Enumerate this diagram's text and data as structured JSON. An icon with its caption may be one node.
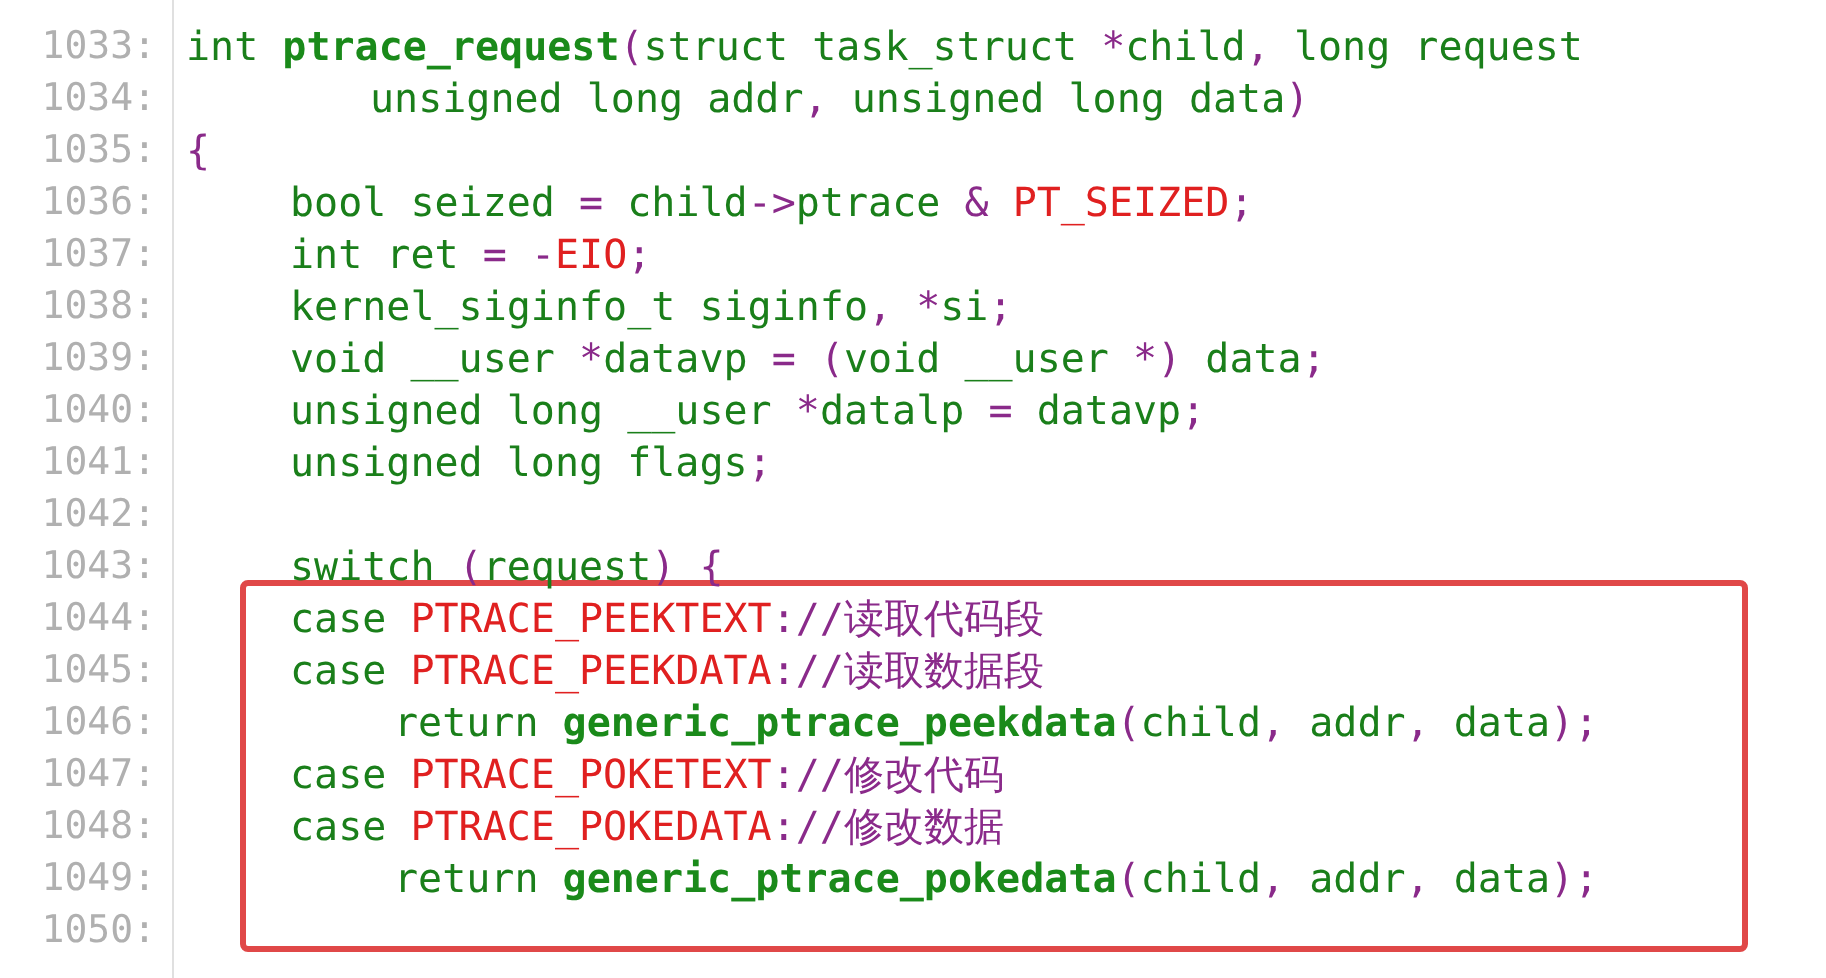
{
  "diagram": {
    "labels": [
      "1033:",
      "int ptrace_request(struct task_struct *child, long request",
      "1034:",
      "unsigned long addr, unsigned long data)",
      "1035:",
      "{",
      "1036:",
      "bool seized = child->ptrace & PT_SEIZED;",
      "1037:",
      "int ret = -EIO;",
      "1038:",
      "kernel_siginfo_t siginfo, *si;",
      "1039:",
      "void __user *datavp = (void __user *) data;",
      "1040:",
      "unsigned long __user *datalp = datavp;",
      "1041:",
      "unsigned long flags;",
      "1042:",
      "1043:",
      "switch (request) {",
      "1044:",
      "case PTRACE_PEEKTEXT://读取代码段",
      "1045:",
      "case PTRACE_PEEKDATA://读取数据段",
      "1046:",
      "return generic_ptrace_peekdata(child, addr, data);",
      "1047:",
      "case PTRACE_POKETEXT://修改代码",
      "1048:",
      "case PTRACE_POKEDATA://修改数据",
      "1049:",
      "return generic_ptrace_pokedata(child, addr, data);",
      "1050:"
    ]
  }
}
